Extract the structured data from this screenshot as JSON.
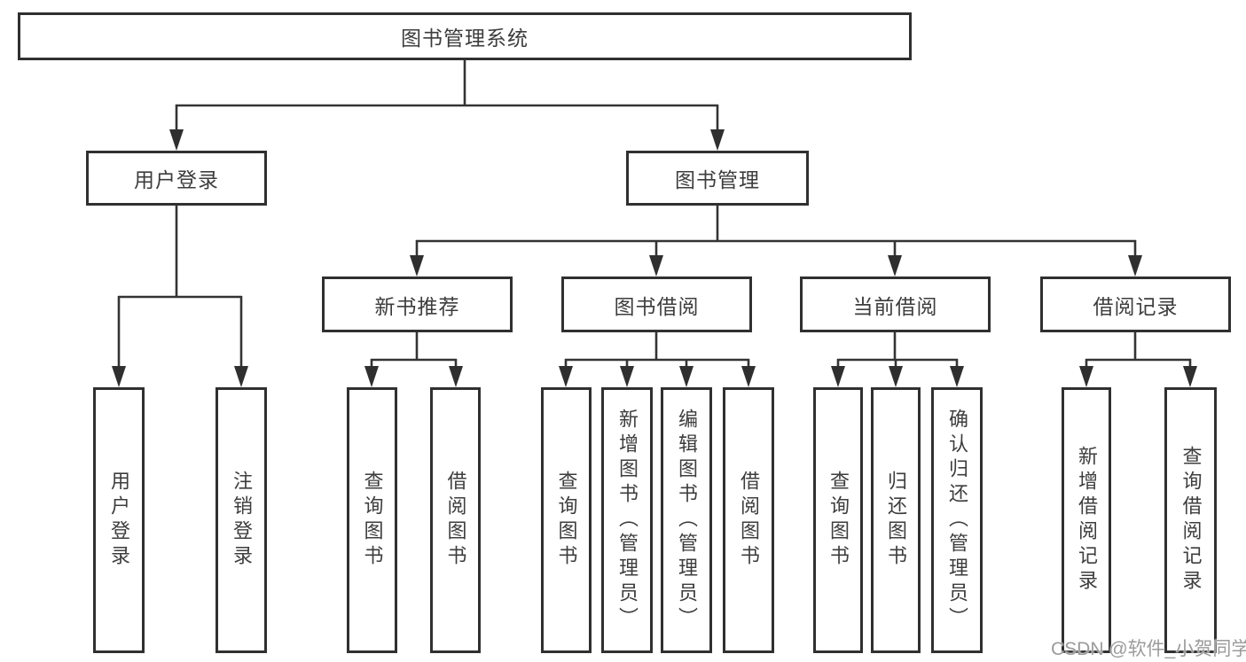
{
  "diagram_type": "hierarchy-tree",
  "colors": {
    "line": "#343434",
    "box_border": "#303030",
    "box_fill": "#ffffff",
    "text": "#3d3d3d",
    "watermark_text": "#9b9b9b",
    "background": "#ffffff"
  },
  "tree": {
    "label": "图书管理系统",
    "children": [
      {
        "label": "用户登录",
        "children": [
          {
            "label": "用户登录"
          },
          {
            "label": "注销登录"
          }
        ]
      },
      {
        "label": "图书管理",
        "children": [
          {
            "label": "新书推荐",
            "children": [
              {
                "label": "查询图书"
              },
              {
                "label": "借阅图书"
              }
            ]
          },
          {
            "label": "图书借阅",
            "children": [
              {
                "label": "查询图书"
              },
              {
                "label": "新增图书（管理员）"
              },
              {
                "label": "编辑图书（管理员）"
              },
              {
                "label": "借阅图书"
              }
            ]
          },
          {
            "label": "当前借阅",
            "children": [
              {
                "label": "查询图书"
              },
              {
                "label": "归还图书"
              },
              {
                "label": "确认归还（管理员）"
              }
            ]
          },
          {
            "label": "借阅记录",
            "children": [
              {
                "label": "新增借阅记录"
              },
              {
                "label": "查询借阅记录"
              }
            ]
          }
        ]
      }
    ]
  },
  "watermark": {
    "text": "CSDN @软件_小贺同学"
  }
}
